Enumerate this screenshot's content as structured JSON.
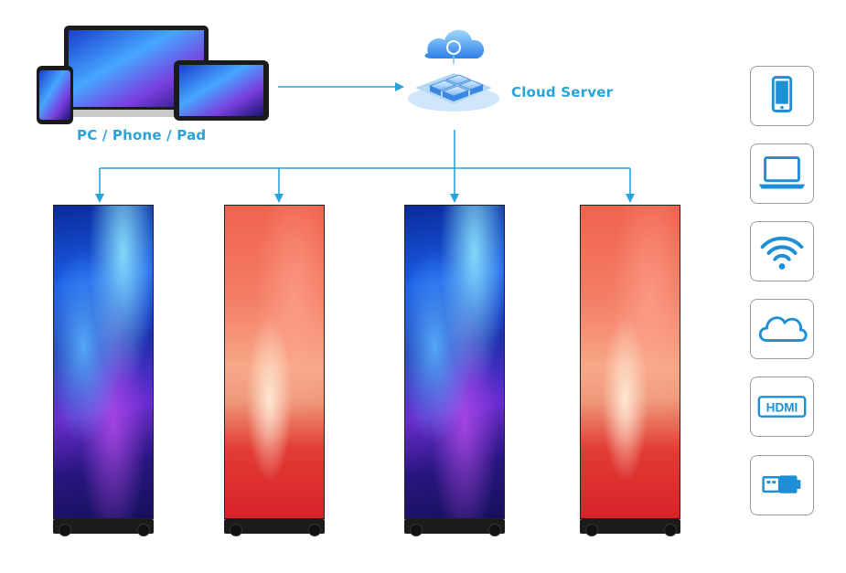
{
  "source": {
    "label": "PC / Phone / Pad",
    "devices": [
      "laptop",
      "tablet",
      "phone"
    ]
  },
  "cloud": {
    "label": "Cloud Server"
  },
  "displays": [
    {
      "theme": "blue-abstract"
    },
    {
      "theme": "red-abstract"
    },
    {
      "theme": "blue-abstract"
    },
    {
      "theme": "red-abstract"
    }
  ],
  "connection_icons": [
    "phone-icon",
    "laptop-icon",
    "wifi-icon",
    "cloud-icon",
    "hdmi-icon",
    "usb-icon"
  ],
  "hdmi_text": "HDMI",
  "colors": {
    "accent": "#2aa3d8",
    "icon_blue": "#1e8fd6",
    "arrow": "#2aa3d8"
  }
}
